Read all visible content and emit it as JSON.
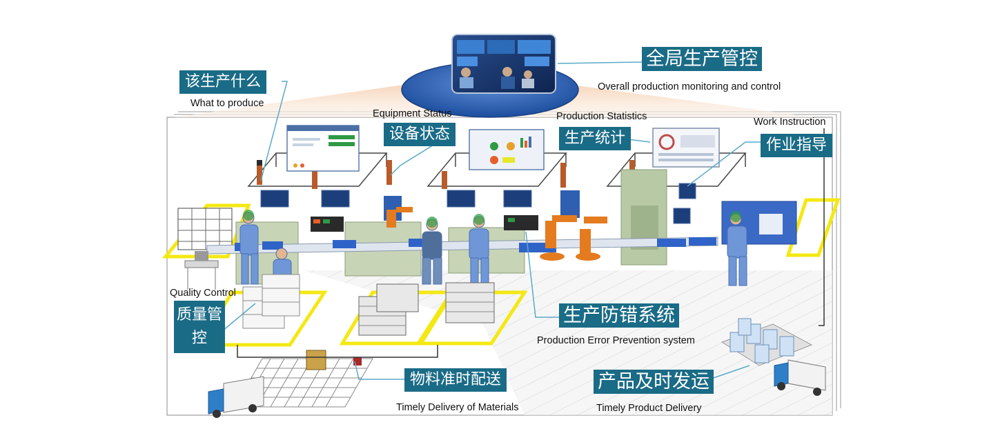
{
  "labels": {
    "global_control_zh": "全局生产管控",
    "global_control_en": "Overall production monitoring and control",
    "what_to_produce_zh": "该生产什么",
    "what_to_produce_en": "What to produce",
    "equipment_status_zh": "设备状态",
    "equipment_status_en": "Equipment Status",
    "production_stats_zh": "生产统计",
    "production_stats_en": "Production Statistics",
    "work_instruction_zh": "作业指导",
    "work_instruction_en": "Work Instruction",
    "quality_control_zh": "质量管控",
    "quality_control_en": "Quality Control",
    "error_prevention_zh": "生产防错系统",
    "error_prevention_en": "Production Error Prevention system",
    "material_delivery_zh": "物料准时配送",
    "material_delivery_en": "Timely Delivery of Materials",
    "product_delivery_zh": "产品及时发运",
    "product_delivery_en": "Timely Product Delivery"
  },
  "colors": {
    "label_bg": "#1a6b86",
    "callout_line": "#5aa9c9",
    "floor_stripe": "#f4e812",
    "worker_blue": "#6f97d8",
    "robot_orange": "#e47b1f",
    "machine_green": "#b9c8a8",
    "conveyor_blue": "#2f63c8"
  }
}
